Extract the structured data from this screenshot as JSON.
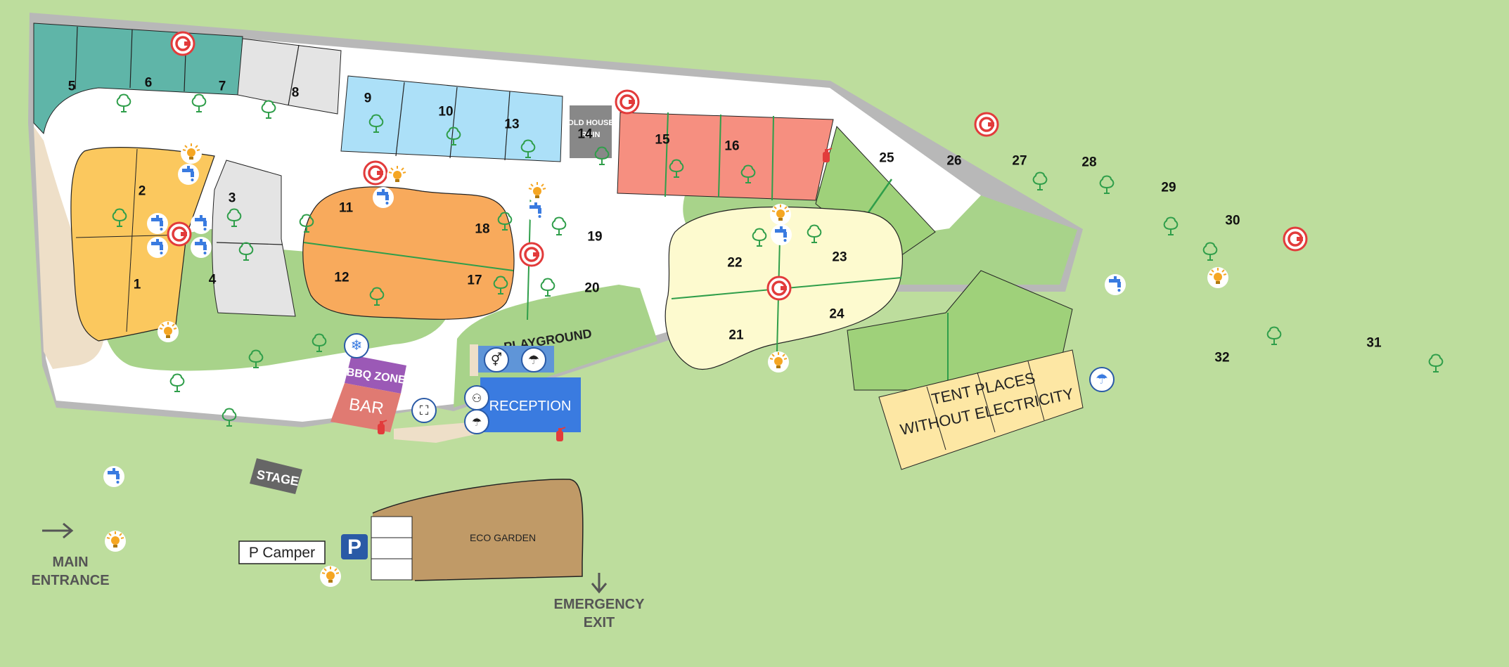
{
  "plots": [
    {
      "id": "plot-1",
      "label": "1"
    },
    {
      "id": "plot-2",
      "label": "2"
    },
    {
      "id": "plot-3",
      "label": "3"
    },
    {
      "id": "plot-4",
      "label": "4"
    },
    {
      "id": "plot-5",
      "label": "5"
    },
    {
      "id": "plot-6",
      "label": "6"
    },
    {
      "id": "plot-7",
      "label": "7"
    },
    {
      "id": "plot-8",
      "label": "8"
    },
    {
      "id": "plot-9",
      "label": "9"
    },
    {
      "id": "plot-10",
      "label": "10"
    },
    {
      "id": "plot-11",
      "label": "11"
    },
    {
      "id": "plot-12",
      "label": "12"
    },
    {
      "id": "plot-13",
      "label": "13"
    },
    {
      "id": "plot-14",
      "label": "14"
    },
    {
      "id": "plot-15",
      "label": "15"
    },
    {
      "id": "plot-16",
      "label": "16"
    },
    {
      "id": "plot-17",
      "label": "17"
    },
    {
      "id": "plot-18",
      "label": "18"
    },
    {
      "id": "plot-19",
      "label": "19"
    },
    {
      "id": "plot-20",
      "label": "20"
    },
    {
      "id": "plot-21",
      "label": "21"
    },
    {
      "id": "plot-22",
      "label": "22"
    },
    {
      "id": "plot-23",
      "label": "23"
    },
    {
      "id": "plot-24",
      "label": "24"
    },
    {
      "id": "plot-25",
      "label": "25"
    },
    {
      "id": "plot-26",
      "label": "26"
    },
    {
      "id": "plot-27",
      "label": "27"
    },
    {
      "id": "plot-28",
      "label": "28"
    },
    {
      "id": "plot-29",
      "label": "29"
    },
    {
      "id": "plot-30",
      "label": "30"
    },
    {
      "id": "plot-31",
      "label": "31"
    },
    {
      "id": "plot-32",
      "label": "32"
    }
  ],
  "labels": {
    "old_house_ruin_line1": "OLD HOUSE",
    "old_house_ruin_line2": "RUIN",
    "bbq_zone": "BBQ ZONE",
    "bar": "BAR",
    "reception": "RECEPTION",
    "stage": "STAGE",
    "playground": "PLAYGROUND",
    "tent_places_line1": "TENT PLACES",
    "tent_places_line2": "WITHOUT ELECTRICITY",
    "eco_garden": "ECO GARDEN",
    "p_camper": "P Camper",
    "parking_symbol": "P",
    "main_entrance_line1": "MAIN",
    "main_entrance_line2": "ENTRANCE",
    "emergency_exit_line1": "EMERGENCY",
    "emergency_exit_line2": "EXIT"
  },
  "colors": {
    "grass": "#bddd9d",
    "road": "#ffffff",
    "border": "#b8b8b8",
    "teal_zone": "#5fb5a8",
    "grey_zone": "#e4e4e4",
    "blue_zone": "#ace0f8",
    "yellow_zone": "#fbc85e",
    "orange_zone": "#f8aa5c",
    "cream_zone": "#fdfacf",
    "salmon_zone": "#f68f80",
    "green_zone": "#9fd17a",
    "park": "#a8d38a",
    "eco_garden": "#c09a67",
    "reception": "#3a7be0",
    "bar": "#e07a72",
    "bbq": "#9b59b6",
    "tent": "#fde7a4",
    "electric_icon": "#e23b3b",
    "tap_icon": "#3a7be0",
    "light_icon": "#f5a623"
  }
}
